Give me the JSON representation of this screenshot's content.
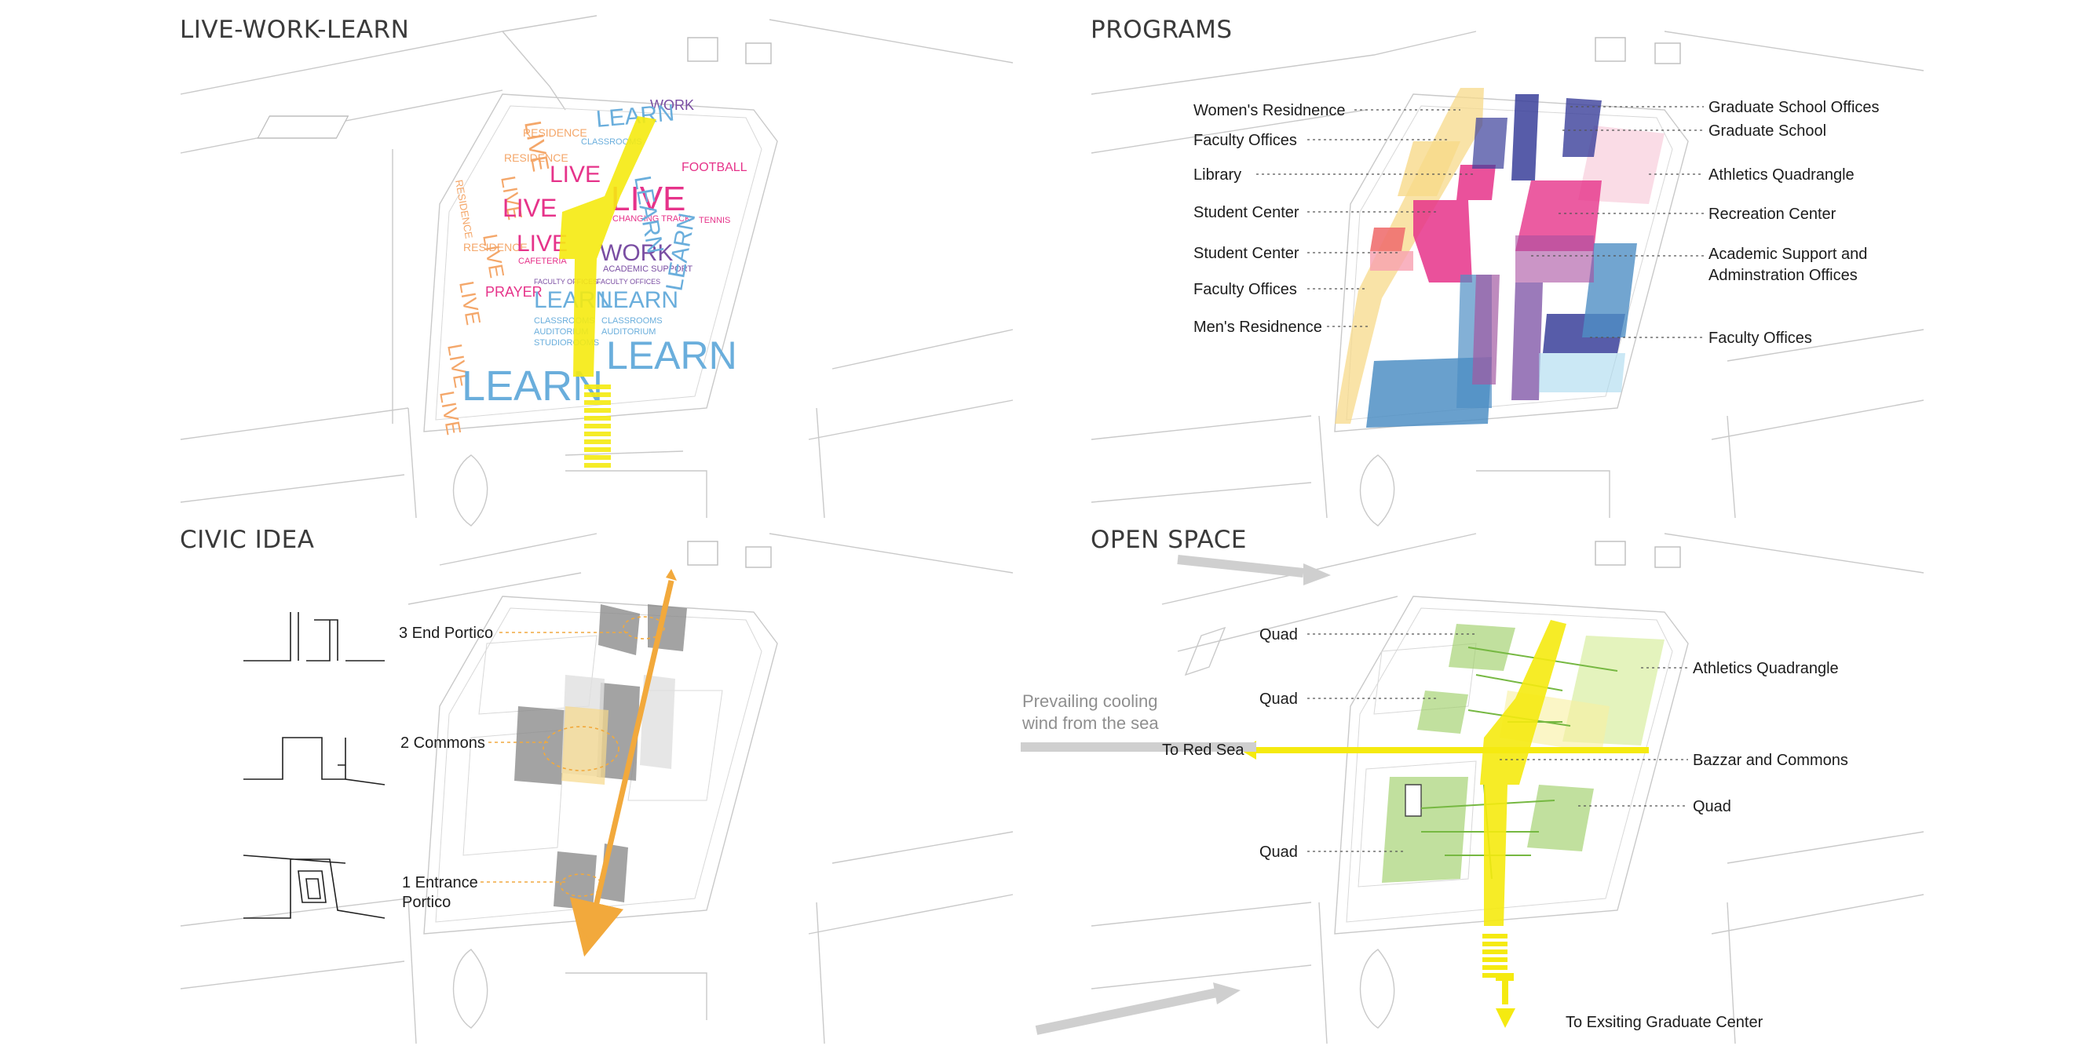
{
  "panels": {
    "live_work_learn": {
      "title": "LIVE-WORK-LEARN",
      "words": {
        "live": "LIVE",
        "work": "WORK",
        "learn": "LEARN",
        "football": "FOOTBALL",
        "prayer": "PRAYER",
        "residence": "RESIDENCE",
        "academic_support": "ACADEMIC SUPPORT",
        "cafeteria": "CAFETERIA",
        "changing_track": "CHANGING TRACK",
        "classrooms": "CLASSROOMS",
        "auditorium": "AUDITORIUM",
        "studiorooms": "STUDIOROOMS",
        "faculty_offices": "FACULTY OFFICES",
        "tennis": "TENNIS"
      }
    },
    "programs": {
      "title": "PROGRAMS",
      "labels_left": [
        "Women's Residnence",
        "Faculty Offices",
        "Library",
        "Student Center",
        "Student Center",
        "Faculty Offices",
        "Men's Residnence"
      ],
      "labels_right": [
        "Graduate School Offices",
        "Graduate School",
        "Athletics Quadrangle",
        "Recreation Center",
        "Academic Support and",
        "Adminstration Offices",
        "Faculty Offices"
      ]
    },
    "civic_idea": {
      "title": "CIVIC IDEA",
      "labels": [
        "3 End Portico",
        "2 Commons",
        "1 Entrance",
        "Portico"
      ]
    },
    "open_space": {
      "title": "OPEN SPACE",
      "labels_left": [
        "Quad",
        "Quad",
        "Quad"
      ],
      "labels_right": [
        "Athletics Quadrangle",
        "Bazzar and Commons",
        "Quad"
      ],
      "wind_line1": "Prevailing cooling",
      "wind_line2": "wind from the sea",
      "to_red_sea": "To Red Sea",
      "to_graduate_center": "To Exsiting Graduate Center"
    }
  },
  "colors": {
    "yellow": "#f5ea10",
    "orange": "#f2a93c",
    "pink": "#e6338a",
    "blue": "#4f8fc4",
    "navy": "#3a3f9a",
    "light_blue": "#a9d8ef",
    "tan": "#f7d98a",
    "green": "#9fd06a",
    "purple": "#7a4ea3",
    "wind_gray": "#bdbdbd"
  }
}
